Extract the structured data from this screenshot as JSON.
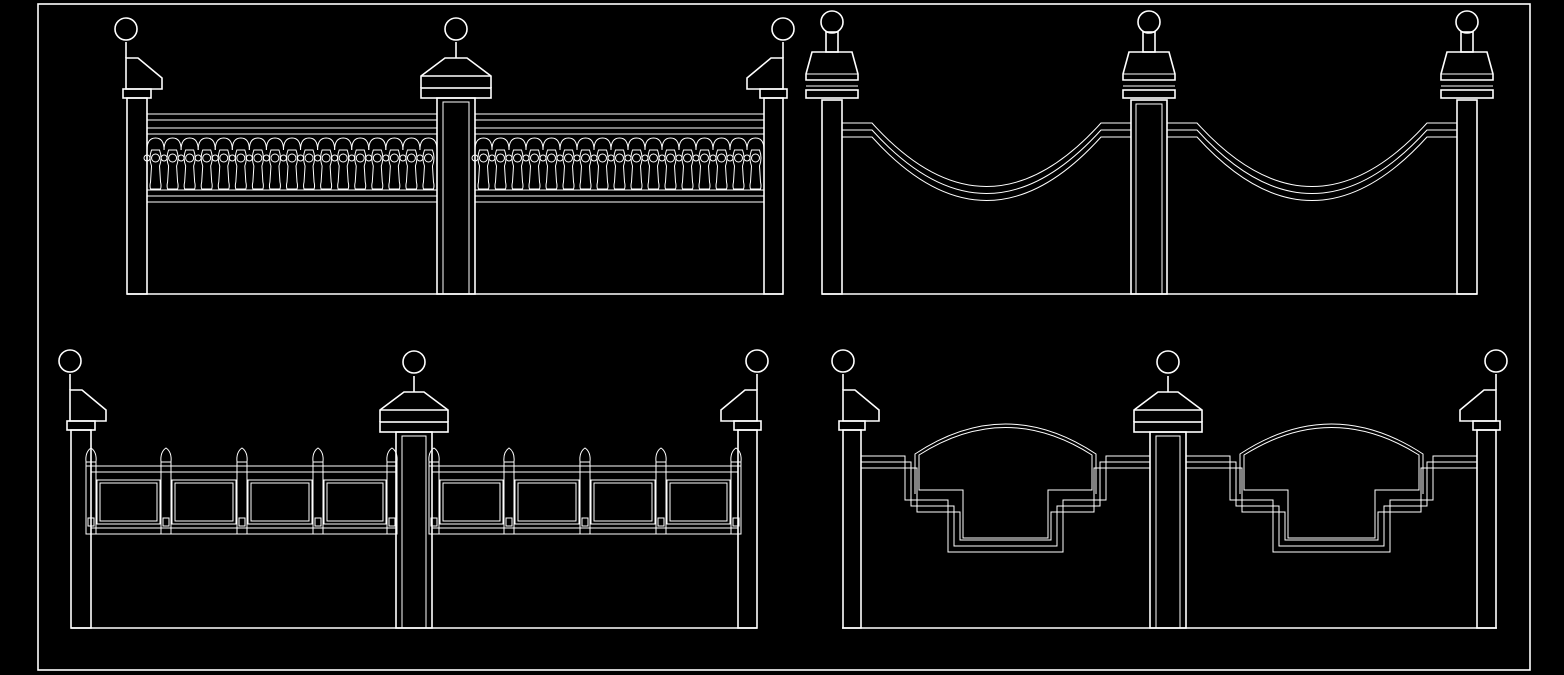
{
  "drawing": {
    "background": "#000000",
    "line_color": "#ffffff"
  },
  "panels": [
    {
      "id": "fence-balustrade",
      "style": "baluster-arcade-railing",
      "posts": 3,
      "bays": 2
    },
    {
      "id": "fence-swag",
      "style": "catenary-swag-railing",
      "posts": 3,
      "bays": 2
    },
    {
      "id": "fence-lattice",
      "style": "lattice-panels-with-finials",
      "posts": 3,
      "bays": 2
    },
    {
      "id": "fence-crest",
      "style": "lattice-crest-cutout",
      "posts": 3,
      "bays": 2
    }
  ]
}
